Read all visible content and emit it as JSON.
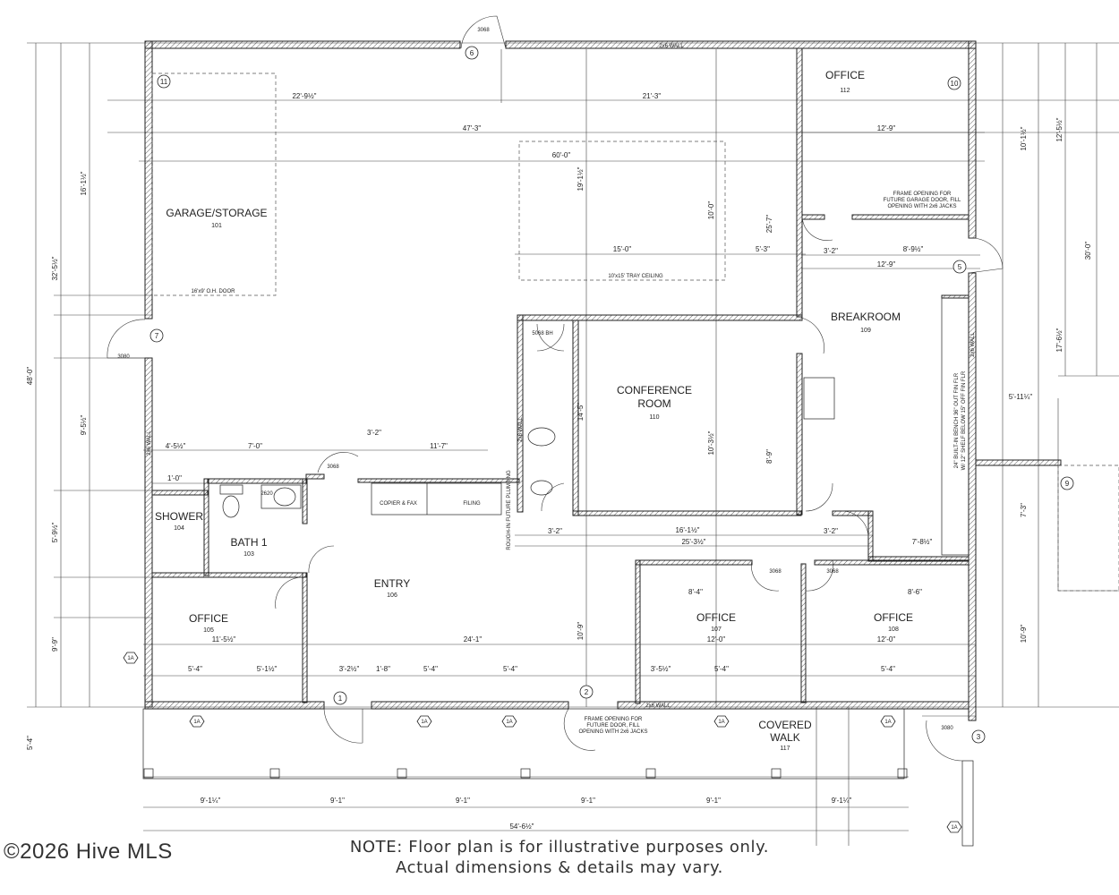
{
  "rooms": [
    {
      "name": "GARAGE/STORAGE",
      "number": "101"
    },
    {
      "name": "OFFICE",
      "number": "112"
    },
    {
      "name": "BREAKROOM",
      "number": "109"
    },
    {
      "name": "CONFERENCE",
      "name2": "ROOM",
      "number": "110"
    },
    {
      "name": "SHOWER",
      "number": "104"
    },
    {
      "name": "BATH 1",
      "number": "103"
    },
    {
      "name": "ENTRY",
      "number": "106"
    },
    {
      "name": "OFFICE",
      "number": "105"
    },
    {
      "name": "OFFICE",
      "number": "107"
    },
    {
      "name": "OFFICE",
      "number": "108"
    },
    {
      "name": "COVERED",
      "name2": "WALK",
      "number": "117"
    }
  ],
  "tags": [
    "1",
    "2",
    "3",
    "5",
    "6",
    "7",
    "9",
    "10",
    "11"
  ],
  "window_tag": "1A",
  "dimensions": {
    "d47_3": "47'-3\"",
    "d22_9": "22'-9½\"",
    "d21_3": "21'-3\"",
    "d12_9": "12'-9\"",
    "d12_9b": "12'-9\"",
    "d60_0": "60'-0\"",
    "d15_0": "15'-0\"",
    "d5_3": "5'-3\"",
    "d8_9": "8'-9½\"",
    "d3_2a": "3'-2\"",
    "d3_2b": "3'-2\"",
    "d7_0": "7'-0\"",
    "d4_5": "4'-5½\"",
    "d11_7": "11'-7\"",
    "d1_0": "1'-0\"",
    "d16_1": "16'-1½\"",
    "d25_3": "25'-3½\"",
    "d3_2c": "3'-2\"",
    "d3_2d": "3'-2\"",
    "d7_8": "7'-8½\"",
    "d8_4": "8'-4\"",
    "d8_6": "8'-6\"",
    "d11_5": "11'-5½\"",
    "d24_1": "24'-1\"",
    "d12_0a": "12'-0\"",
    "d12_0b": "12'-0\"",
    "d5_4a": "5'-4\"",
    "d5_1": "5'-1½\"",
    "d3_2e": "3'-2½\"",
    "d1_8": "1'-8\"",
    "d5_4b": "5'-4\"",
    "d5_4c": "5'-4\"",
    "d5_4d": "5'-4\"",
    "d5_4e": "5'-4\"",
    "d3_5": "3'-5½\"",
    "d9_1a": "9'-1¼\"",
    "d9_1b": "9'-1\"",
    "d9_1c": "9'-1\"",
    "d9_1d": "9'-1\"",
    "d9_1e": "9'-1\"",
    "d9_1f": "9'-1¼\"",
    "d54_6": "54'-6½\"",
    "d48_0": "48'-0\"",
    "d32_5": "32'-5½\"",
    "d16_1v": "16'-1½\"",
    "d9_5": "9'-5½\"",
    "d9_9": "9'-9\"",
    "d5_9": "5'-9½\"",
    "d5_4v": "5'-4\"",
    "d19_1": "19'-1½\"",
    "d10_0": "10'-0\"",
    "d25_7": "25'-7\"",
    "d14_5": "14'-5\"",
    "d10_9": "10'-9\"",
    "d10_3": "10'-3½\"",
    "d8_9v": "8'-9\"",
    "d30_0": "30'-0\"",
    "d12_5": "12'-5½\"",
    "d17_6": "17'-6½\"",
    "d10_9b": "10'-9\"",
    "d7_3": "7'-3\"",
    "d10_1": "10'-1½\"",
    "d5_11": "5'-11¼\""
  },
  "labels": {
    "wall_2x6_top": "2x6 WALL",
    "wall_2x6_bottom": "2x6 WALL",
    "wall_2x6_right": "2x6 WALL",
    "wall_2x6_left": "2x6 WALL",
    "wall_2x6_mid": "2x6 WALL",
    "oh_door": "16'x9' O.H. DOOR",
    "tray_ceiling": "10'x15' TRAY CEILING",
    "frame_note_top": [
      "FRAME OPENING FOR",
      "FUTURE GARAGE DOOR, FILL",
      "OPENING WITH 2x6 JACKS"
    ],
    "frame_note_bottom": [
      "FRAME OPENING FOR",
      "FUTURE DOOR, FILL",
      "OPENING WITH 2x6 JACKS"
    ],
    "copier": "COPIER & FAX",
    "filing": "FILING",
    "rough_in": "ROUGH-IN FUTURE PLUMBING",
    "bench": "24\" BUILT-IN BENCH 36\" OUT FIN FLR",
    "bench2": "W/ 12\" SHELF BELOW 15\" OFF FIN FLR",
    "door_5068bh": "5068 BH",
    "door_3068": "3068",
    "door_3080": "3080",
    "door_2620": "2620"
  },
  "copyright": "©2026 Hive MLS",
  "note": [
    "NOTE: Floor plan is for illustrative purposes only.",
    "Actual dimensions & details may vary."
  ]
}
